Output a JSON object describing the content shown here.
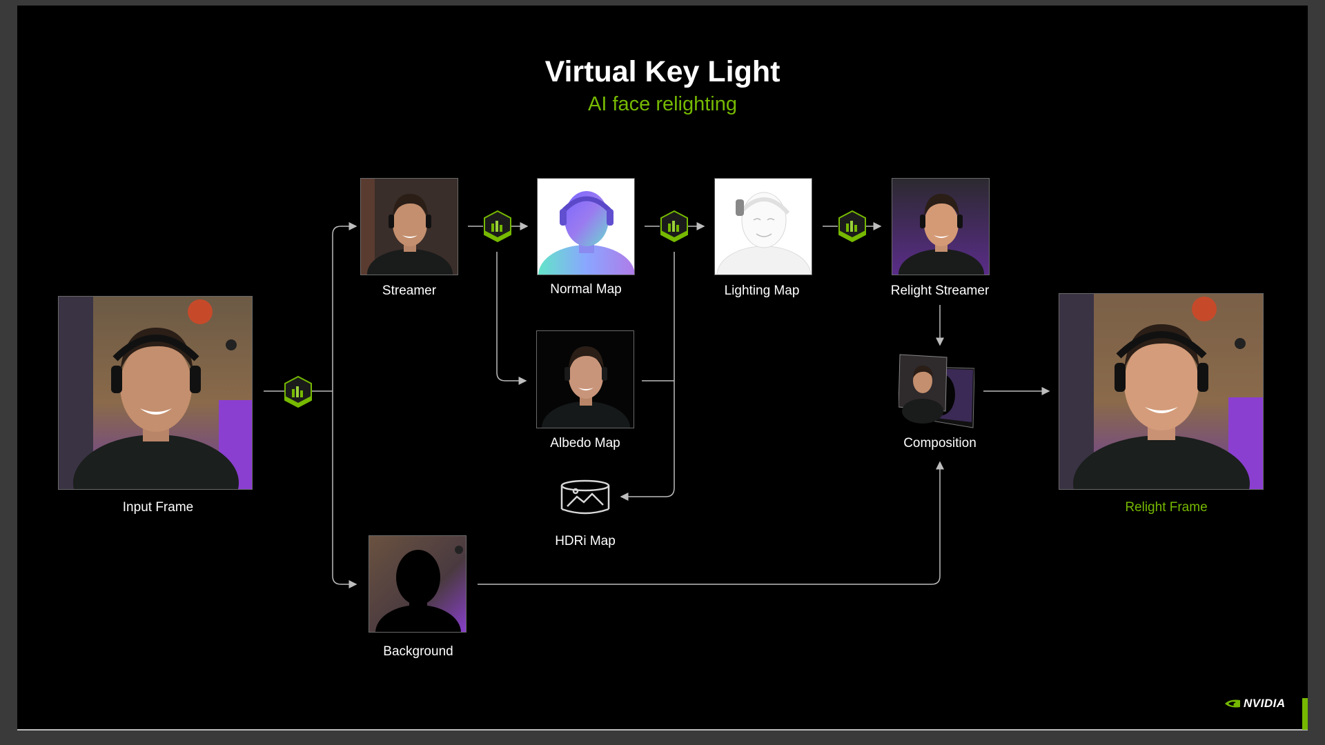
{
  "title": "Virtual Key Light",
  "subtitle": "AI face relighting",
  "labels": {
    "input_frame": "Input Frame",
    "streamer": "Streamer",
    "normal_map": "Normal Map",
    "lighting_map": "Lighting Map",
    "relight_streamer": "Relight Streamer",
    "albedo_map": "Albedo Map",
    "hdri_map": "HDRi Map",
    "composition": "Composition",
    "background": "Background",
    "relight_frame": "Relight Frame"
  },
  "colors": {
    "accent": "#76b900",
    "arrow": "#bdbdbd",
    "background": "#000000"
  },
  "icons": [
    "ai-chip-icon",
    "panorama-icon",
    "nvidia-eye-icon"
  ],
  "brand": "NVIDIA"
}
